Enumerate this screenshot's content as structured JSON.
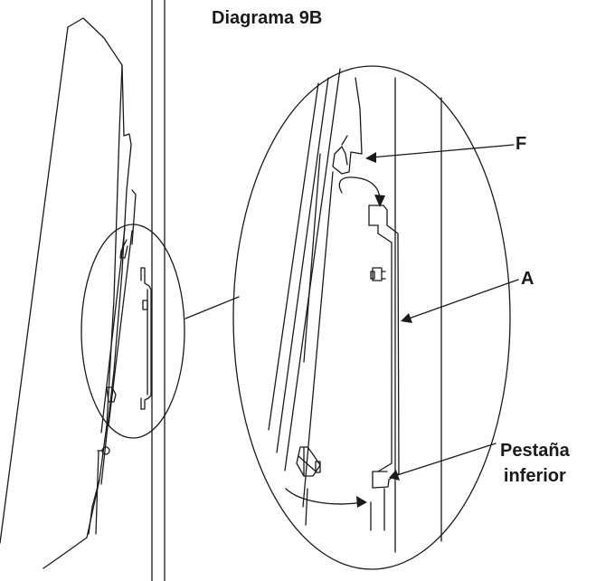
{
  "title": "Diagrama 9B",
  "callouts": {
    "f": "F",
    "a": "A",
    "tab_line1": "Pestaña",
    "tab_line2": "inferior"
  },
  "colors": {
    "ink": "#1a1a1a",
    "background": "#ffffff"
  }
}
